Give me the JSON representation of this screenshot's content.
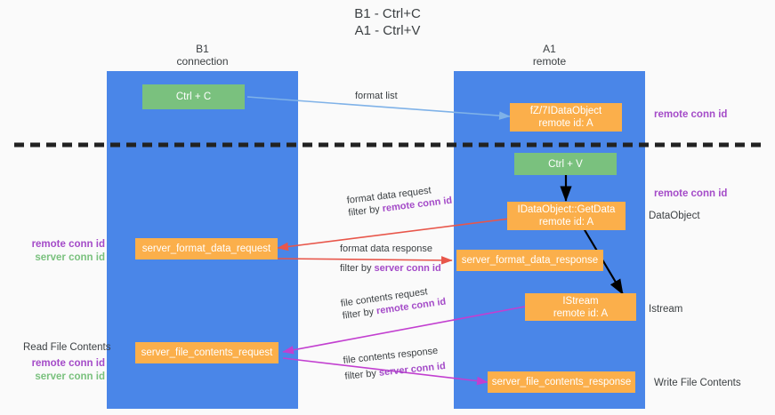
{
  "title": {
    "line1": "B1 - Ctrl+C",
    "line2": "A1 - Ctrl+V"
  },
  "columns": [
    {
      "name": "B1",
      "sub": "connection",
      "color": "#4a86e8"
    },
    {
      "name": "A1",
      "sub": "remote",
      "color": "#4a86e8"
    }
  ],
  "colors": {
    "lane": "#4a86e8",
    "green_box": "#7ac17e",
    "orange_box": "#fbaf4b",
    "purple_text": "#a44bc8",
    "green_text": "#7ac17e",
    "red_arrow": "#e8564a",
    "magenta_arrow": "#c23fd0",
    "blue_arrow": "#7fb2e8",
    "black_arrow": "#000000",
    "divider": "#222222",
    "background": "#fafafa"
  },
  "nodes": [
    {
      "id": "ctrl-c",
      "label": "Ctrl + C",
      "sub": "",
      "style": "green"
    },
    {
      "id": "idataobject",
      "label": "fZ/7IDataObject",
      "sub": "remote id: A",
      "style": "orange"
    },
    {
      "id": "ctrl-v",
      "label": "Ctrl + V",
      "sub": "",
      "style": "green"
    },
    {
      "id": "getdata",
      "label": "IDataObject::GetData",
      "sub": "remote id: A",
      "style": "orange"
    },
    {
      "id": "server-format-data-request",
      "label": "server_format_data_request",
      "sub": "",
      "style": "orange"
    },
    {
      "id": "server-format-data-response",
      "label": "server_format_data_response",
      "sub": "",
      "style": "orange"
    },
    {
      "id": "istream",
      "label": "IStream",
      "sub": "remote id: A",
      "style": "orange"
    },
    {
      "id": "server-file-contents-request",
      "label": "server_file_contents_request",
      "sub": "",
      "style": "orange"
    },
    {
      "id": "server-file-contents-response",
      "label": "server_file_contents_response",
      "sub": "",
      "style": "orange"
    }
  ],
  "edges": [
    {
      "id": "format-list",
      "label": "format list",
      "filter_prefix": "",
      "filter_key": "",
      "color": "#7fb2e8"
    },
    {
      "id": "format-data-request",
      "label": "format data request",
      "filter_prefix": "filter by ",
      "filter_key": "remote conn id",
      "color": "#e8564a"
    },
    {
      "id": "format-data-response",
      "label": "format data response",
      "filter_prefix": "filter by ",
      "filter_key": "server conn id",
      "color": "#e8564a"
    },
    {
      "id": "file-contents-request",
      "label": "file contents request",
      "filter_prefix": "filter by ",
      "filter_key": "remote conn id",
      "color": "#c23fd0"
    },
    {
      "id": "file-contents-response",
      "label": "file contents response",
      "filter_prefix": "filter by ",
      "filter_key": "server conn id",
      "color": "#c23fd0"
    }
  ],
  "right_labels": [
    {
      "id": "remote-conn-id-top",
      "text": "remote conn id",
      "kind": "purple"
    },
    {
      "id": "remote-conn-id-mid",
      "text": "remote conn id",
      "kind": "purple"
    },
    {
      "id": "dataobject",
      "text": "DataObject",
      "kind": "plain"
    },
    {
      "id": "istream",
      "text": "Istream",
      "kind": "plain"
    },
    {
      "id": "write-file-contents",
      "text": "Write File Contents",
      "kind": "plain"
    }
  ],
  "left_labels": {
    "group_mid": {
      "remote": "remote conn id",
      "server": "server conn id"
    },
    "read_file_contents": "Read File Contents",
    "group_bottom": {
      "remote": "remote conn id",
      "server": "server conn id"
    }
  }
}
